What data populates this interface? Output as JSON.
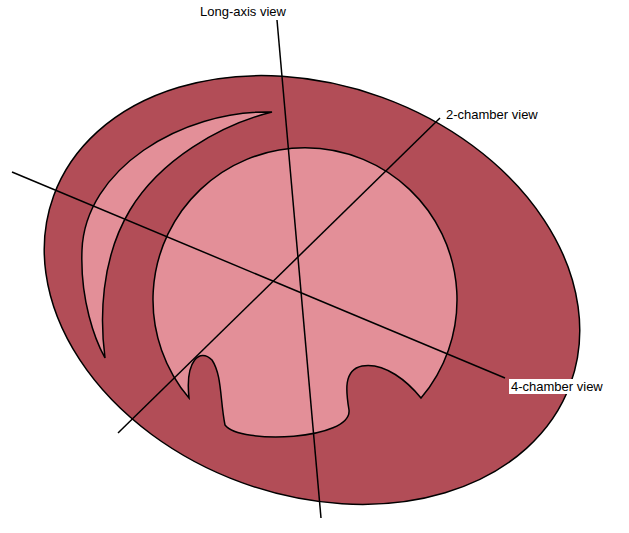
{
  "diagram": {
    "labels": [
      "Long-axis view",
      "2-chamber view",
      "4-chamber view"
    ]
  }
}
